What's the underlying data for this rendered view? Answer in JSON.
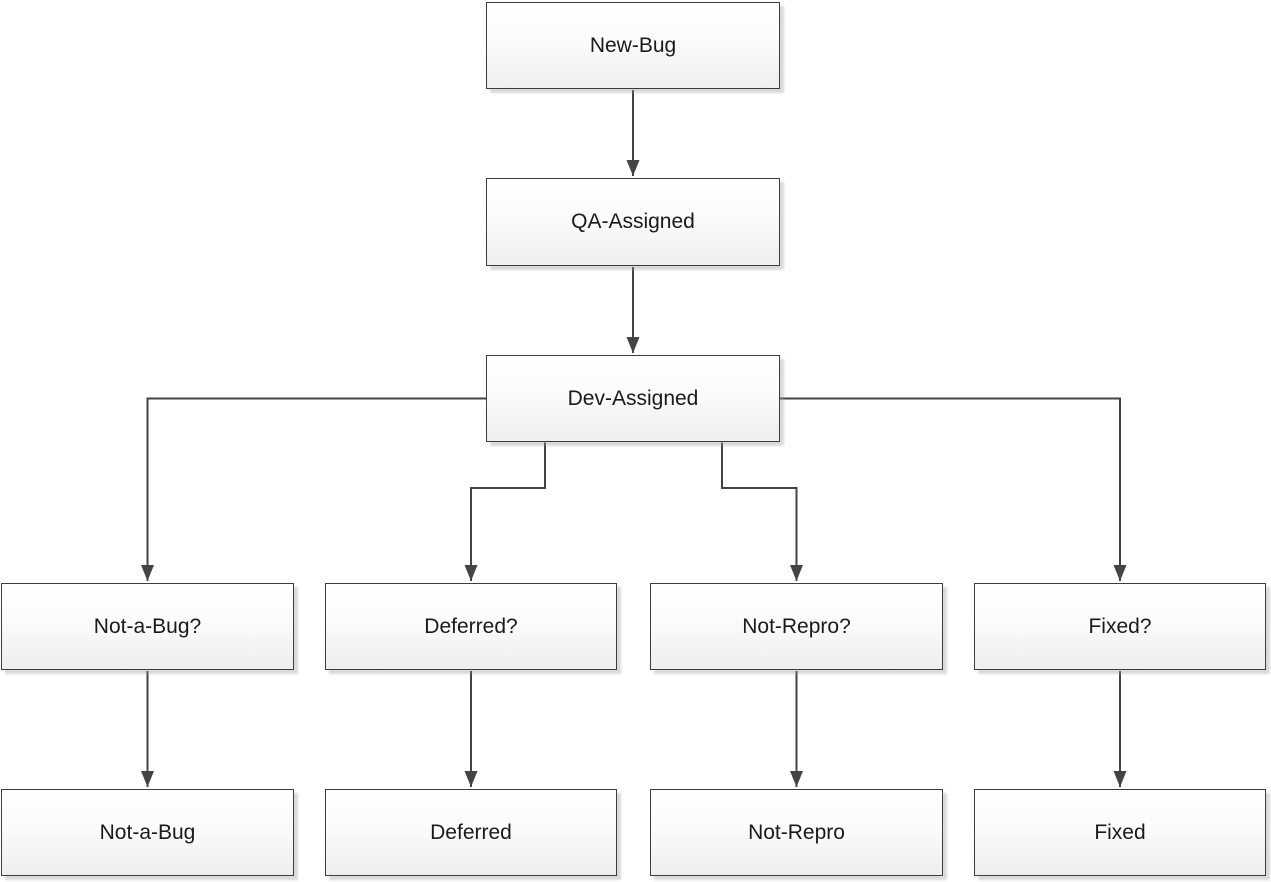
{
  "diagram": {
    "type": "flowchart",
    "nodes": {
      "new_bug": {
        "label": "New-Bug"
      },
      "qa_assigned": {
        "label": "QA-Assigned"
      },
      "dev_assigned": {
        "label": "Dev-Assigned"
      },
      "not_a_bug_q": {
        "label": "Not-a-Bug?"
      },
      "deferred_q": {
        "label": "Deferred?"
      },
      "not_repro_q": {
        "label": "Not-Repro?"
      },
      "fixed_q": {
        "label": "Fixed?"
      },
      "not_a_bug": {
        "label": "Not-a-Bug"
      },
      "deferred": {
        "label": "Deferred"
      },
      "not_repro": {
        "label": "Not-Repro"
      },
      "fixed": {
        "label": "Fixed"
      }
    },
    "edges": [
      {
        "from": "New-Bug",
        "to": "QA-Assigned"
      },
      {
        "from": "QA-Assigned",
        "to": "Dev-Assigned"
      },
      {
        "from": "Dev-Assigned",
        "to": "Not-a-Bug?"
      },
      {
        "from": "Dev-Assigned",
        "to": "Deferred?"
      },
      {
        "from": "Dev-Assigned",
        "to": "Not-Repro?"
      },
      {
        "from": "Dev-Assigned",
        "to": "Fixed?"
      },
      {
        "from": "Not-a-Bug?",
        "to": "Not-a-Bug"
      },
      {
        "from": "Deferred?",
        "to": "Deferred"
      },
      {
        "from": "Not-Repro?",
        "to": "Not-Repro"
      },
      {
        "from": "Fixed?",
        "to": "Fixed"
      }
    ],
    "colors": {
      "background": "#ffffff",
      "node_border": "#3d3d3d",
      "node_fill_top": "#ffffff",
      "node_fill_bottom": "#eeeeee",
      "node_shadow": "#dddddd",
      "connector": "#444444",
      "text": "#1a1a1a"
    }
  }
}
